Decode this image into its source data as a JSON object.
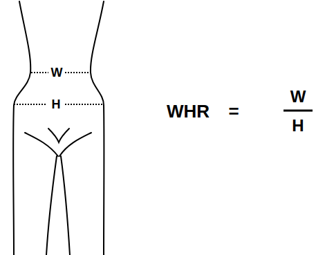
{
  "diagram": {
    "labels": [
      "W",
      "H",
      "WHR",
      "=",
      "W",
      "H"
    ]
  }
}
